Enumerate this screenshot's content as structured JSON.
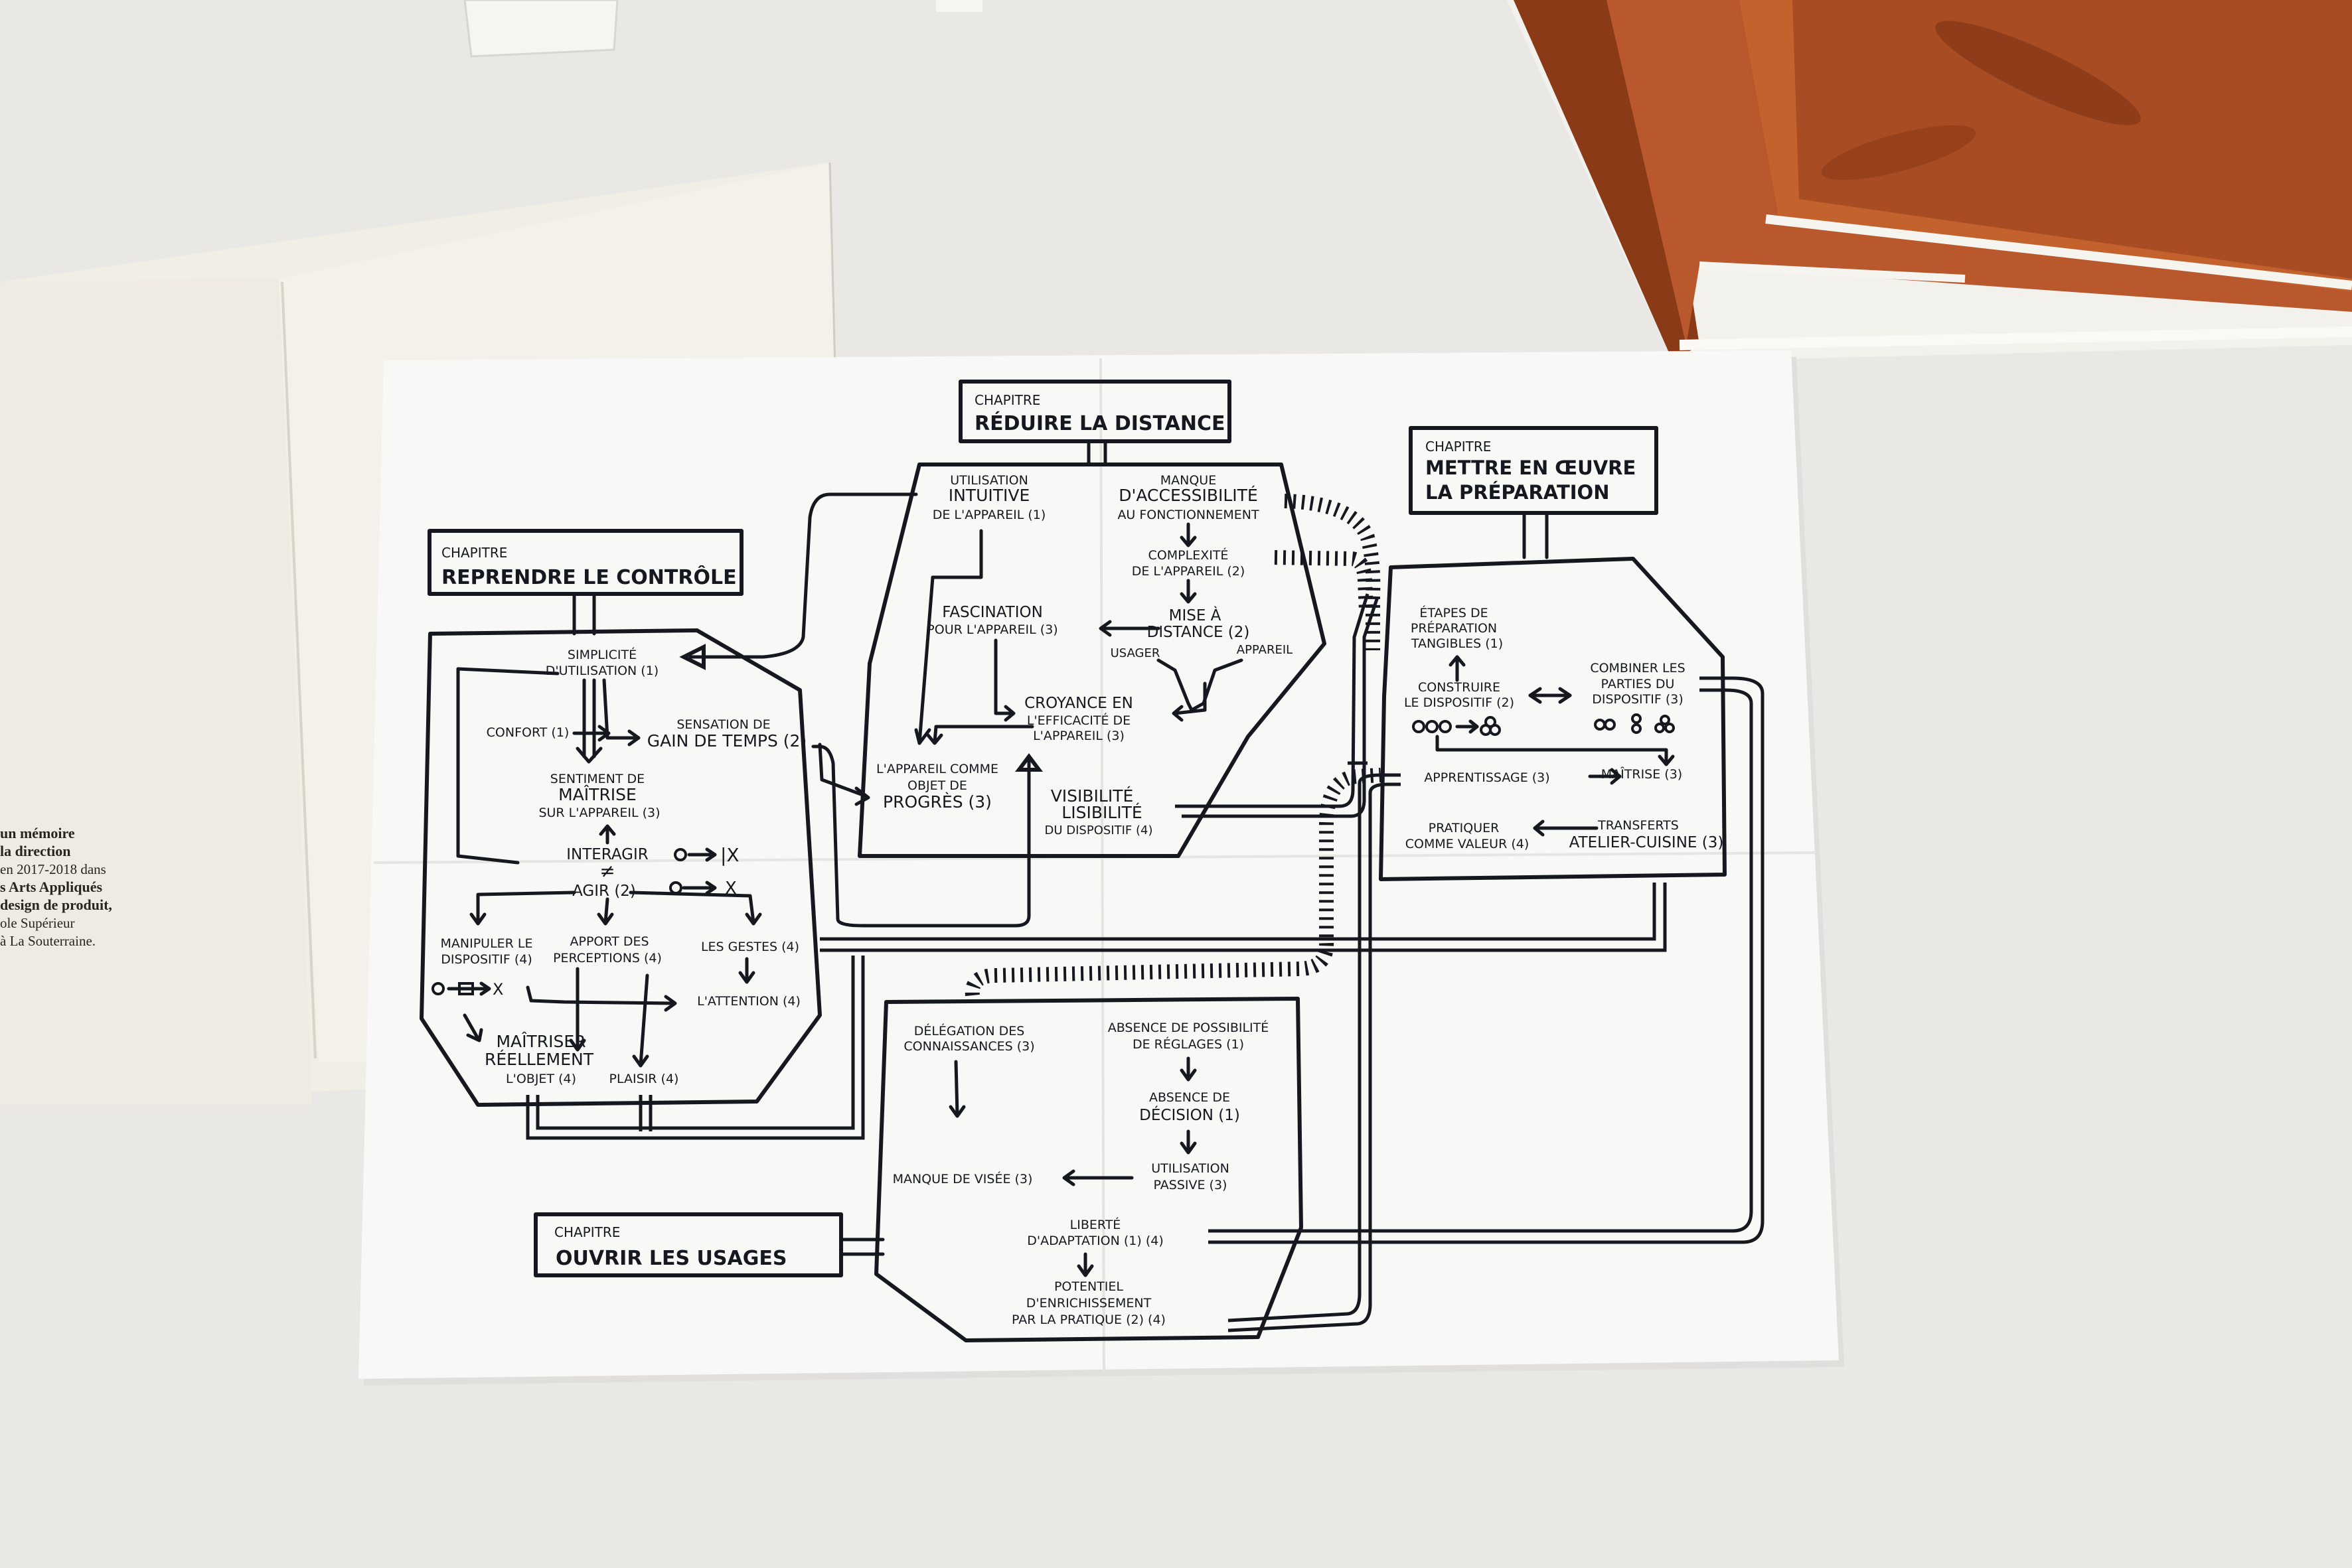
{
  "chapters": {
    "distance": {
      "kicker": "CHAPITRE",
      "title": "RÉDUIRE LA DISTANCE"
    },
    "preparation": {
      "kicker": "CHAPITRE",
      "line1": "METTRE EN ŒUVRE",
      "line2": "LA PRÉPARATION"
    },
    "controle": {
      "kicker": "CHAPITRE",
      "title": "REPRENDRE LE CONTRÔLE"
    },
    "usages": {
      "kicker": "CHAPITRE",
      "title": "OUVRIR LES USAGES"
    }
  },
  "nodes": {
    "distance": {
      "utilisation": [
        "UTILISATION",
        "INTUITIVE",
        "DE L'APPAREIL (1)"
      ],
      "manque": [
        "MANQUE",
        "D'ACCESSIBILITÉ",
        "AU FONCTIONNEMENT"
      ],
      "complexite": [
        "COMPLEXITÉ",
        "DE L'APPAREIL (2)"
      ],
      "mise": [
        "MISE À",
        "DISTANCE (2)"
      ],
      "usager": "USAGER",
      "appareil": "APPAREIL",
      "fascination": [
        "FASCINATION",
        "POUR L'APPAREIL (3)"
      ],
      "croyance": [
        "CROYANCE EN",
        "L'EFFICACITÉ DE",
        "L'APPAREIL (3)"
      ],
      "objet": [
        "L'APPAREIL COMME",
        "OBJET DE",
        "PROGRÈS (3)"
      ],
      "visibilite": [
        "VISIBILITÉ",
        "LISIBILITÉ",
        "DU DISPOSITIF (4)"
      ]
    },
    "preparation": {
      "etapes": [
        "ÉTAPES DE",
        "PRÉPARATION",
        "TANGIBLES (1)"
      ],
      "construire": [
        "CONSTRUIRE",
        "LE DISPOSITIF (2)"
      ],
      "combiner": [
        "COMBINER LES",
        "PARTIES DU",
        "DISPOSITIF (3)"
      ],
      "apprentissage": "APPRENTISSAGE (3)",
      "maitrise": "MAÎTRISE (3)",
      "pratiquer": [
        "PRATIQUER",
        "COMME VALEUR (4)"
      ],
      "transferts": [
        "TRANSFERTS",
        "ATELIER-CUISINE (3)"
      ]
    },
    "controle": {
      "simplicite": [
        "SIMPLICITÉ",
        "D'UTILISATION (1)"
      ],
      "confort": "CONFORT (1)",
      "gain": [
        "SENSATION DE",
        "GAIN DE TEMPS (2)"
      ],
      "sentiment": [
        "SENTIMENT DE",
        "MAÎTRISE",
        "SUR L'APPAREIL (3)"
      ],
      "interagir": "INTERAGIR",
      "neq": "≠",
      "agir": "AGIR (2)",
      "manipuler": [
        "MANIPULER LE",
        "DISPOSITIF (4)"
      ],
      "apport": [
        "APPORT DES",
        "PERCEPTIONS (4)"
      ],
      "gestes": "LES GESTES (4)",
      "attention": "L'ATTENTION (4)",
      "maitriser": [
        "MAÎTRISER",
        "RÉELLEMENT",
        "L'OBJET (4)"
      ],
      "plaisir": "PLAISIR (4)"
    },
    "usages": {
      "delegation": [
        "DÉLÉGATION DES",
        "CONNAISSANCES (3)"
      ],
      "absence_reglages": [
        "ABSENCE DE POSSIBILITÉ",
        "DE RÉGLAGES (1)"
      ],
      "absence_decision": [
        "ABSENCE DE",
        "DÉCISION (1)"
      ],
      "visee": "MANQUE DE VISÉE (3)",
      "passive": [
        "UTILISATION",
        "PASSIVE (3)"
      ],
      "liberte": [
        "LIBERTÉ",
        "D'ADAPTATION (1) (4)"
      ],
      "potentiel": [
        "POTENTIEL",
        "D'ENRICHISSEMENT",
        "PAR LA PRATIQUE (2) (4)"
      ]
    }
  },
  "book_text": [
    "un mémoire",
    "la direction",
    "en 2017-2018 dans",
    "s Arts Appliqués",
    "design de produit,",
    "ole Supérieur",
    "à La Souterraine."
  ],
  "colors": {
    "ink": "#15191f",
    "paper": "#f7f7f5",
    "table": "#e9e8e4",
    "cover": "#b9582c"
  }
}
